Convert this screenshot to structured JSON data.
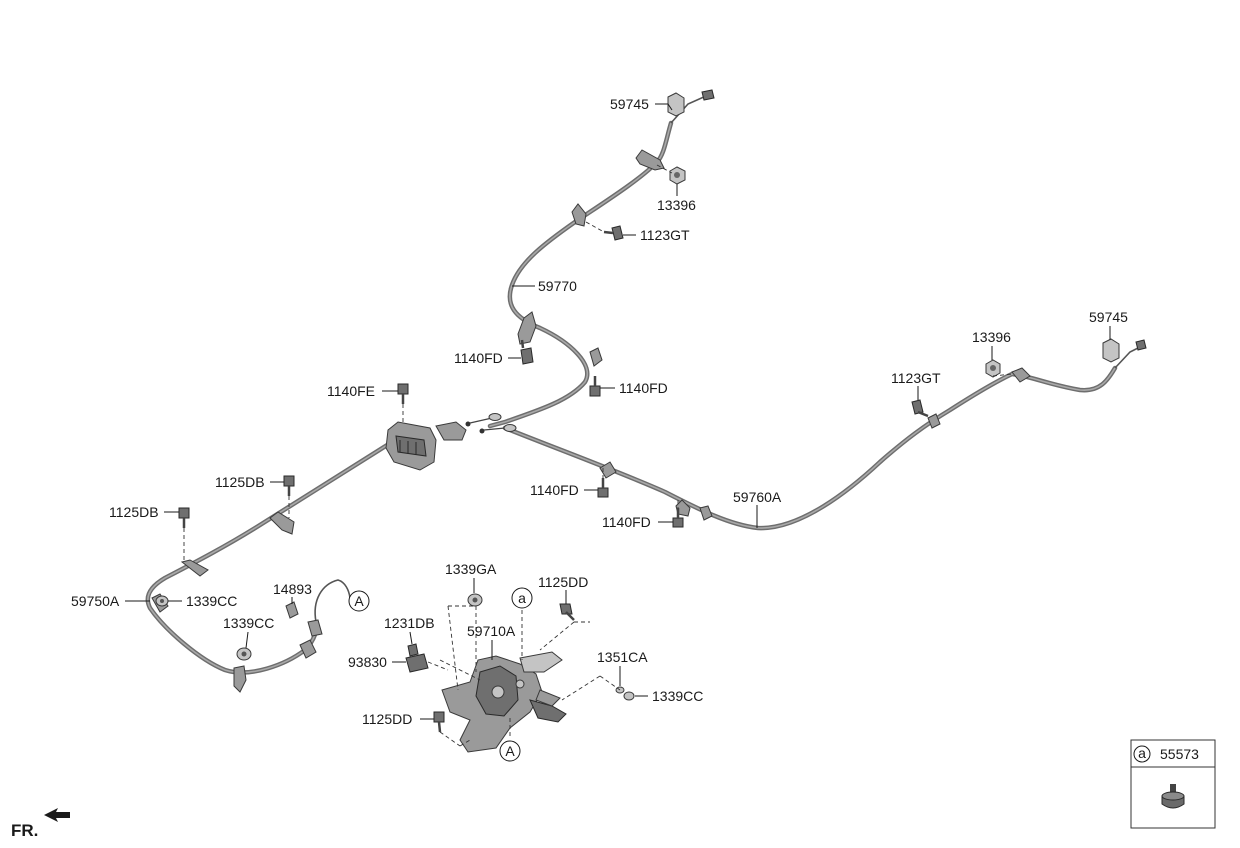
{
  "labels": {
    "p59745_top": "59745",
    "p13396_top": "13396",
    "p1123GT_top": "1123GT",
    "p59770": "59770",
    "p1140FD_a": "1140FD",
    "p1140FD_b": "1140FD",
    "p1140FE": "1140FE",
    "p1125DB_a": "1125DB",
    "p1125DB_b": "1125DB",
    "p1140FD_c": "1140FD",
    "p1140FD_d": "1140FD",
    "p59760A": "59760A",
    "p1123GT_right": "1123GT",
    "p13396_right": "13396",
    "p59745_right": "59745",
    "p59750A": "59750A",
    "p1339CC_a": "1339CC",
    "p14893": "14893",
    "p1339CC_b": "1339CC",
    "p1339GA": "1339GA",
    "p1125DD_a": "1125DD",
    "p1231DB": "1231DB",
    "p59710A": "59710A",
    "p93830": "93830",
    "p1351CA": "1351CA",
    "p1339CC_c": "1339CC",
    "p1125DD_b": "1125DD"
  },
  "callouts": {
    "A_upper": "A",
    "A_lower": "A",
    "a_marker": "a"
  },
  "legend_box": {
    "marker": "a",
    "part_number": "55573"
  },
  "direction_marker": {
    "text": "FR."
  }
}
